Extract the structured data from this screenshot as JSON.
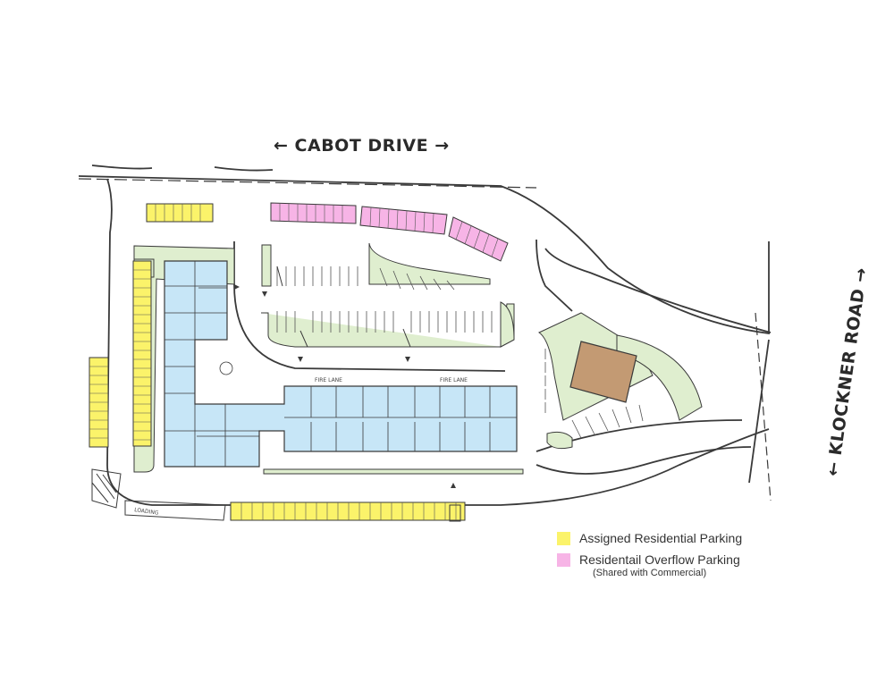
{
  "roads": {
    "north": {
      "name": "CABOT DRIVE",
      "left_arrow": "←",
      "right_arrow": "→"
    },
    "east": {
      "name": "KLOCKNER ROAD",
      "up_arrow": "→",
      "down_arrow": "←"
    }
  },
  "plan_labels": {
    "fire_lane_1": "FIRE LANE",
    "fire_lane_2": "FIRE LANE",
    "loading": "LOADING"
  },
  "legend": {
    "items": [
      {
        "label": "Assigned Residential Parking",
        "color": "#fbf36a"
      },
      {
        "label": "Residentail Overflow Parking",
        "color": "#f7b4e6",
        "note": "(Shared with Commercial)"
      }
    ]
  },
  "colors": {
    "residential_building": "#c7e6f7",
    "commercial_building": "#c39a73",
    "landscape": "#dfeecf",
    "linework": "#3a3a3a"
  }
}
